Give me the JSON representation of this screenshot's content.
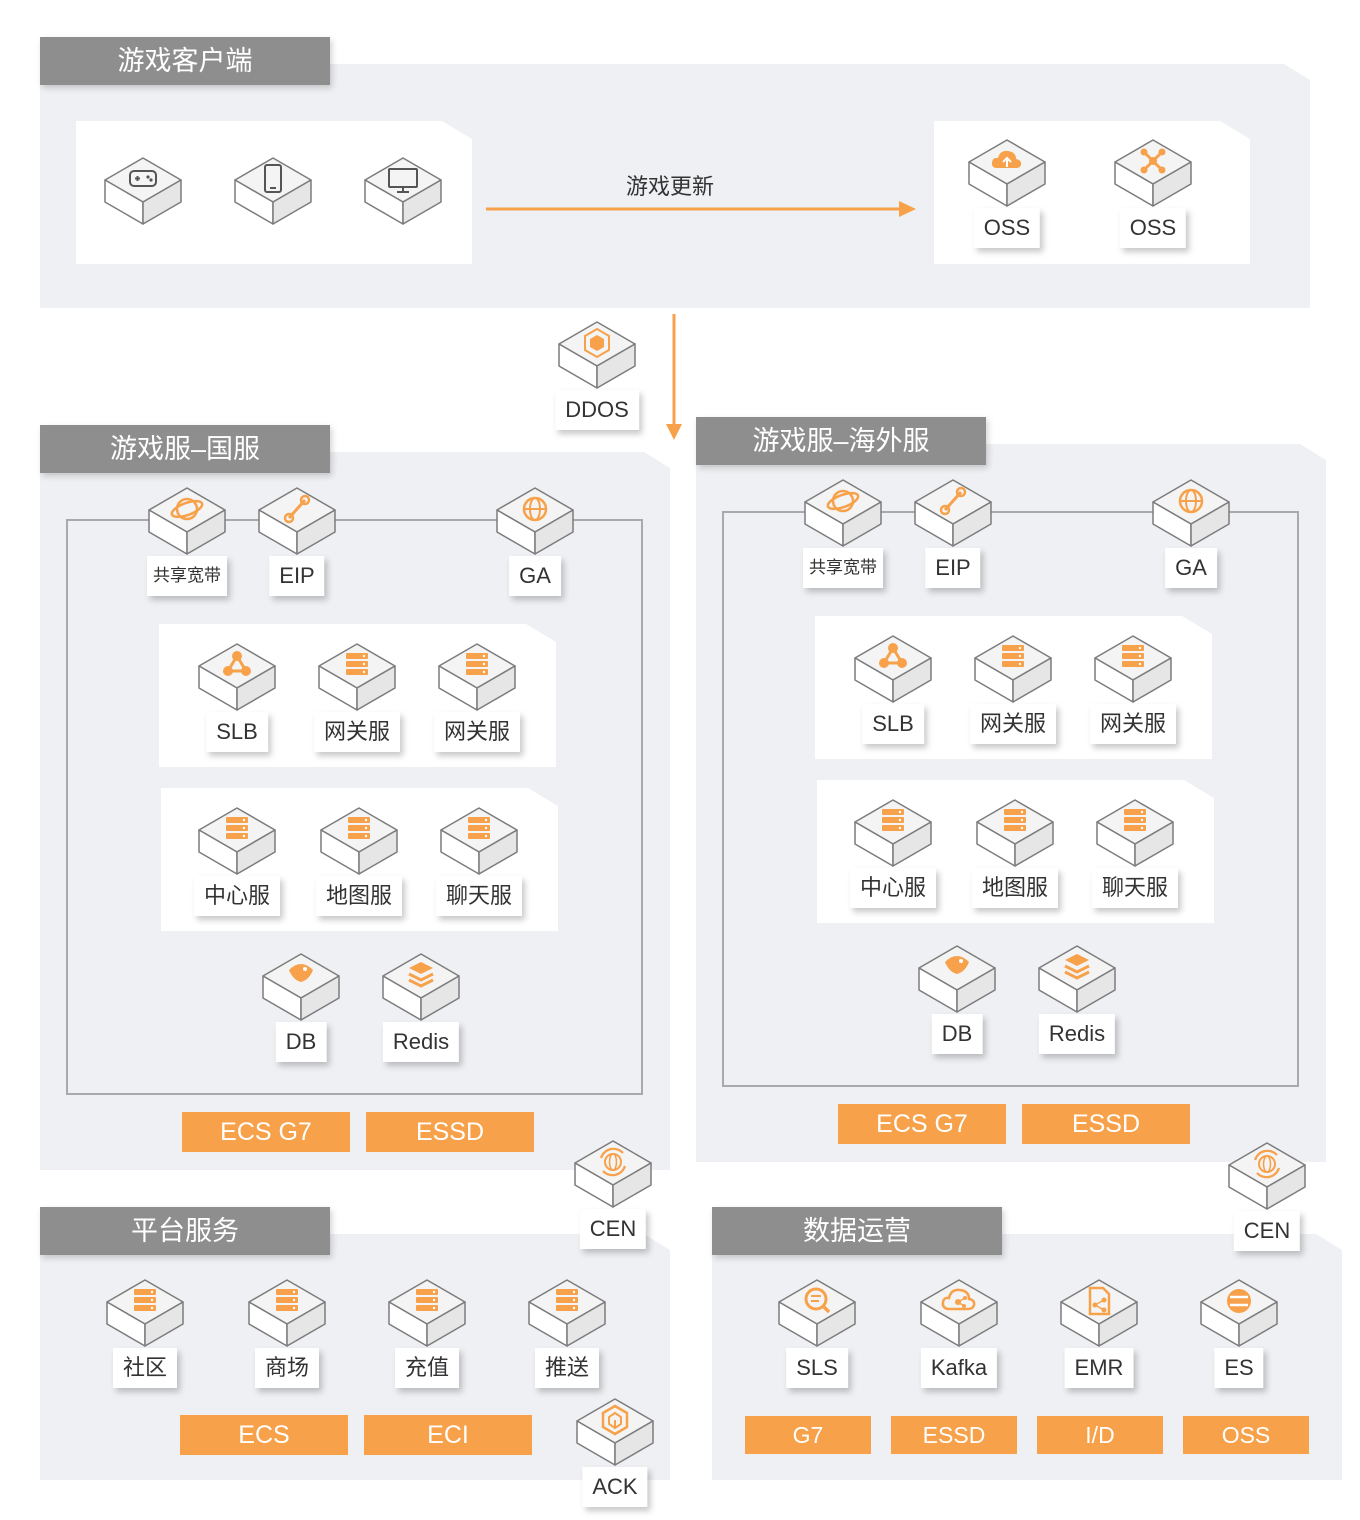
{
  "colors": {
    "accent": "#f7a14a",
    "header_bg": "#8e8e8e",
    "section_bg": "#eef0f3"
  },
  "client": {
    "title": "游戏客户端",
    "arrow_label": "游戏更新",
    "devices": [
      {
        "icon": "gamepad-icon"
      },
      {
        "icon": "phone-icon"
      },
      {
        "icon": "monitor-icon"
      }
    ],
    "storage": [
      {
        "icon": "cloud-upload-icon",
        "label": "OSS"
      },
      {
        "icon": "network-nodes-icon",
        "label": "OSS"
      }
    ]
  },
  "ddos": {
    "icon": "cube-shield-icon",
    "label": "DDOS"
  },
  "cn": {
    "title": "游戏服–国服",
    "edge": [
      {
        "icon": "orbit-icon",
        "label": "共享宽带"
      },
      {
        "icon": "link-icon",
        "label": "EIP"
      },
      {
        "icon": "globe-icon",
        "label": "GA"
      }
    ],
    "gateway": [
      {
        "icon": "nodes-icon",
        "label": "SLB"
      },
      {
        "icon": "server-icon",
        "label": "网关服"
      },
      {
        "icon": "server-icon",
        "label": "网关服"
      }
    ],
    "services": [
      {
        "icon": "server-icon",
        "label": "中心服"
      },
      {
        "icon": "server-icon",
        "label": "地图服"
      },
      {
        "icon": "server-icon",
        "label": "聊天服"
      }
    ],
    "data": [
      {
        "icon": "database-icon",
        "label": "DB"
      },
      {
        "icon": "layers-icon",
        "label": "Redis"
      }
    ],
    "tags": [
      "ECS G7",
      "ESSD"
    ]
  },
  "overseas": {
    "title": "游戏服–海外服",
    "edge": [
      {
        "icon": "orbit-icon",
        "label": "共享宽带"
      },
      {
        "icon": "link-icon",
        "label": "EIP"
      },
      {
        "icon": "globe-icon",
        "label": "GA"
      }
    ],
    "gateway": [
      {
        "icon": "nodes-icon",
        "label": "SLB"
      },
      {
        "icon": "server-icon",
        "label": "网关服"
      },
      {
        "icon": "server-icon",
        "label": "网关服"
      }
    ],
    "services": [
      {
        "icon": "server-icon",
        "label": "中心服"
      },
      {
        "icon": "server-icon",
        "label": "地图服"
      },
      {
        "icon": "server-icon",
        "label": "聊天服"
      }
    ],
    "data": [
      {
        "icon": "database-icon",
        "label": "DB"
      },
      {
        "icon": "layers-icon",
        "label": "Redis"
      }
    ],
    "tags": [
      "ECS G7",
      "ESSD"
    ]
  },
  "cen_left": {
    "icon": "globe-cycle-icon",
    "label": "CEN"
  },
  "cen_right": {
    "icon": "globe-cycle-icon",
    "label": "CEN"
  },
  "platform": {
    "title": "平台服务",
    "items": [
      {
        "icon": "server-icon",
        "label": "社区"
      },
      {
        "icon": "server-icon",
        "label": "商场"
      },
      {
        "icon": "server-icon",
        "label": "充值"
      },
      {
        "icon": "server-icon",
        "label": "推送"
      }
    ],
    "tags": [
      "ECS",
      "ECI"
    ],
    "ack": {
      "icon": "container-cube-icon",
      "label": "ACK"
    }
  },
  "ops": {
    "title": "数据运营",
    "items": [
      {
        "icon": "log-search-icon",
        "label": "SLS"
      },
      {
        "icon": "cloud-nodes-icon",
        "label": "Kafka"
      },
      {
        "icon": "document-share-icon",
        "label": "EMR"
      },
      {
        "icon": "search-engine-icon",
        "label": "ES"
      }
    ],
    "tags": [
      "G7",
      "ESSD",
      "I/D",
      "OSS"
    ]
  }
}
